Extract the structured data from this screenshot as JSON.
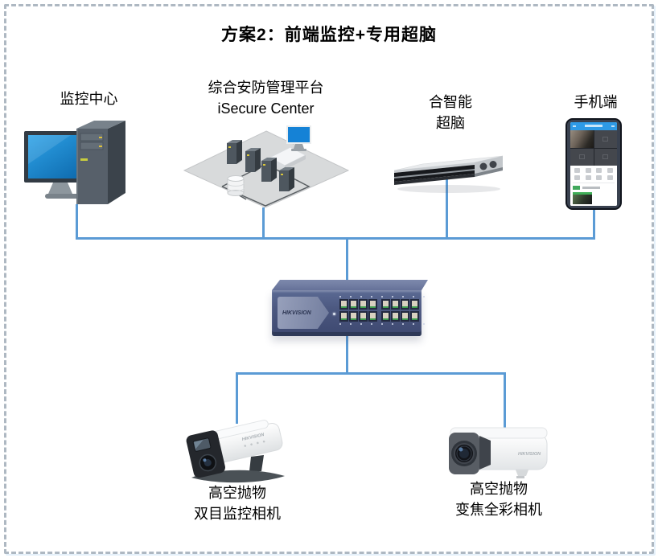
{
  "title": "方案2：前端监控+专用超脑",
  "brand_label": "HIKVISION",
  "nodes": {
    "monitoring_center": {
      "label": "监控中心"
    },
    "platform": {
      "label_line1": "综合安防管理平台",
      "label_line2": "iSecure Center"
    },
    "super_brain": {
      "label_line1": "合智能",
      "label_line2": "超脑"
    },
    "mobile": {
      "label": "手机端"
    },
    "camera_binocular": {
      "label_line1": "高空抛物",
      "label_line2": "双目监控相机"
    },
    "camera_zoom": {
      "label_line1": "高空抛物",
      "label_line2": "变焦全彩相机"
    }
  },
  "switch": {
    "brand": "HIKVISION",
    "port_count": 16,
    "port_rows": 2
  },
  "colors": {
    "connector": "#5B9BD5",
    "frame_dash": "#AEB8C2",
    "switch_body": "#4A567E",
    "screen_blue": "#1292DD"
  }
}
